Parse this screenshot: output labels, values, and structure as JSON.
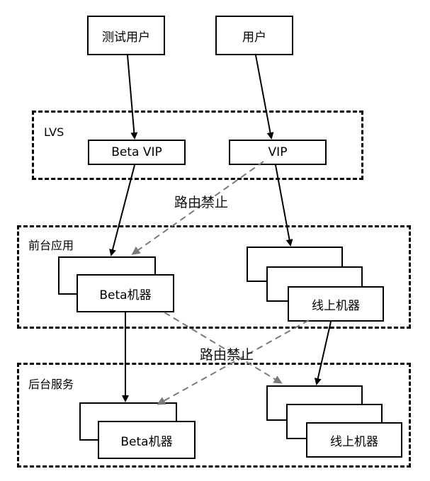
{
  "users": {
    "test_user": "测试用户",
    "user": "用户"
  },
  "zones": {
    "lvs": "LVS",
    "frontend": "前台应用",
    "backend": "后台服务"
  },
  "lvs_nodes": {
    "beta_vip": "Beta VIP",
    "vip": "VIP"
  },
  "frontend_nodes": {
    "beta": "Beta机器",
    "online": "线上机器"
  },
  "backend_nodes": {
    "beta": "Beta机器",
    "online": "线上机器"
  },
  "annotations": {
    "route_forbidden_1": "路由禁止",
    "route_forbidden_2": "路由禁止"
  },
  "colors": {
    "solid_arrow": "#000000",
    "forbidden_arrow": "#7a7a7a"
  }
}
